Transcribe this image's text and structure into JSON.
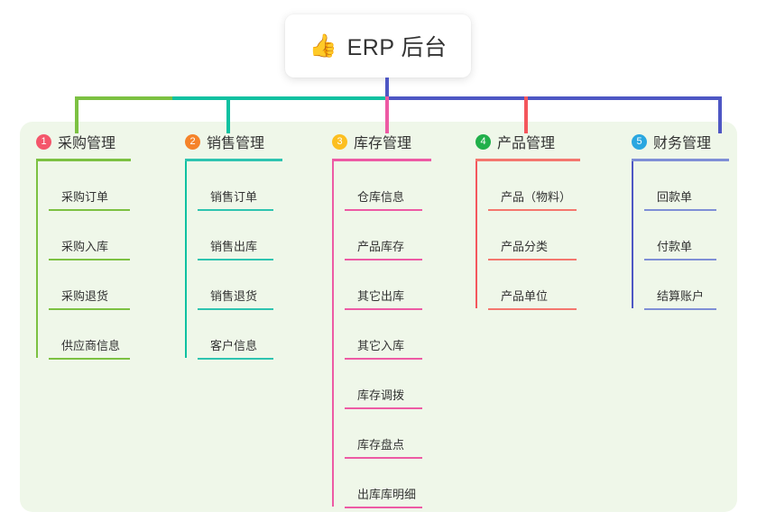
{
  "diagram": {
    "type": "mind-map",
    "root": {
      "icon": "thumbs-up-icon",
      "emoji": "👍",
      "title": "ERP 后台"
    },
    "palette": {
      "panel_bg": "#eff7e9",
      "canvas_bg": "#ffffff",
      "root_stem": "#4e57c4",
      "bar_green": "#7cc142",
      "bar_teal": "#0fc1a1",
      "bar_blue": "#4e57c4",
      "text": "#333333"
    },
    "columns": [
      {
        "index": "1",
        "badge_color": "#f4566b",
        "line_color": "#7cc142",
        "drop_color": "#7cc142",
        "title": "采购管理",
        "items": [
          "采购订单",
          "采购入库",
          "采购退货",
          "供应商信息"
        ]
      },
      {
        "index": "2",
        "badge_color": "#f5832a",
        "line_color": "#2ec4b0",
        "drop_color": "#0fc1a1",
        "title": "销售管理",
        "items": [
          "销售订单",
          "销售出库",
          "销售退货",
          "客户信息"
        ]
      },
      {
        "index": "3",
        "badge_color": "#fcbf20",
        "line_color": "#ed5aa4",
        "drop_color": "#ed5aa4",
        "title": "库存管理",
        "items": [
          "仓库信息",
          "产品库存",
          "其它出库",
          "其它入库",
          "库存调拨",
          "库存盘点",
          "出库库明细"
        ]
      },
      {
        "index": "4",
        "badge_color": "#21b04b",
        "line_color": "#f4776e",
        "drop_color": "#f4565c",
        "title": "产品管理",
        "items": [
          "产品（物料）",
          "产品分类",
          "产品单位"
        ]
      },
      {
        "index": "5",
        "badge_color": "#2aa7e0",
        "line_color": "#7f8fd6",
        "drop_color": "#4e57c4",
        "title": "财务管理",
        "items": [
          "回款单",
          "付款单",
          "结算账户"
        ]
      }
    ]
  }
}
